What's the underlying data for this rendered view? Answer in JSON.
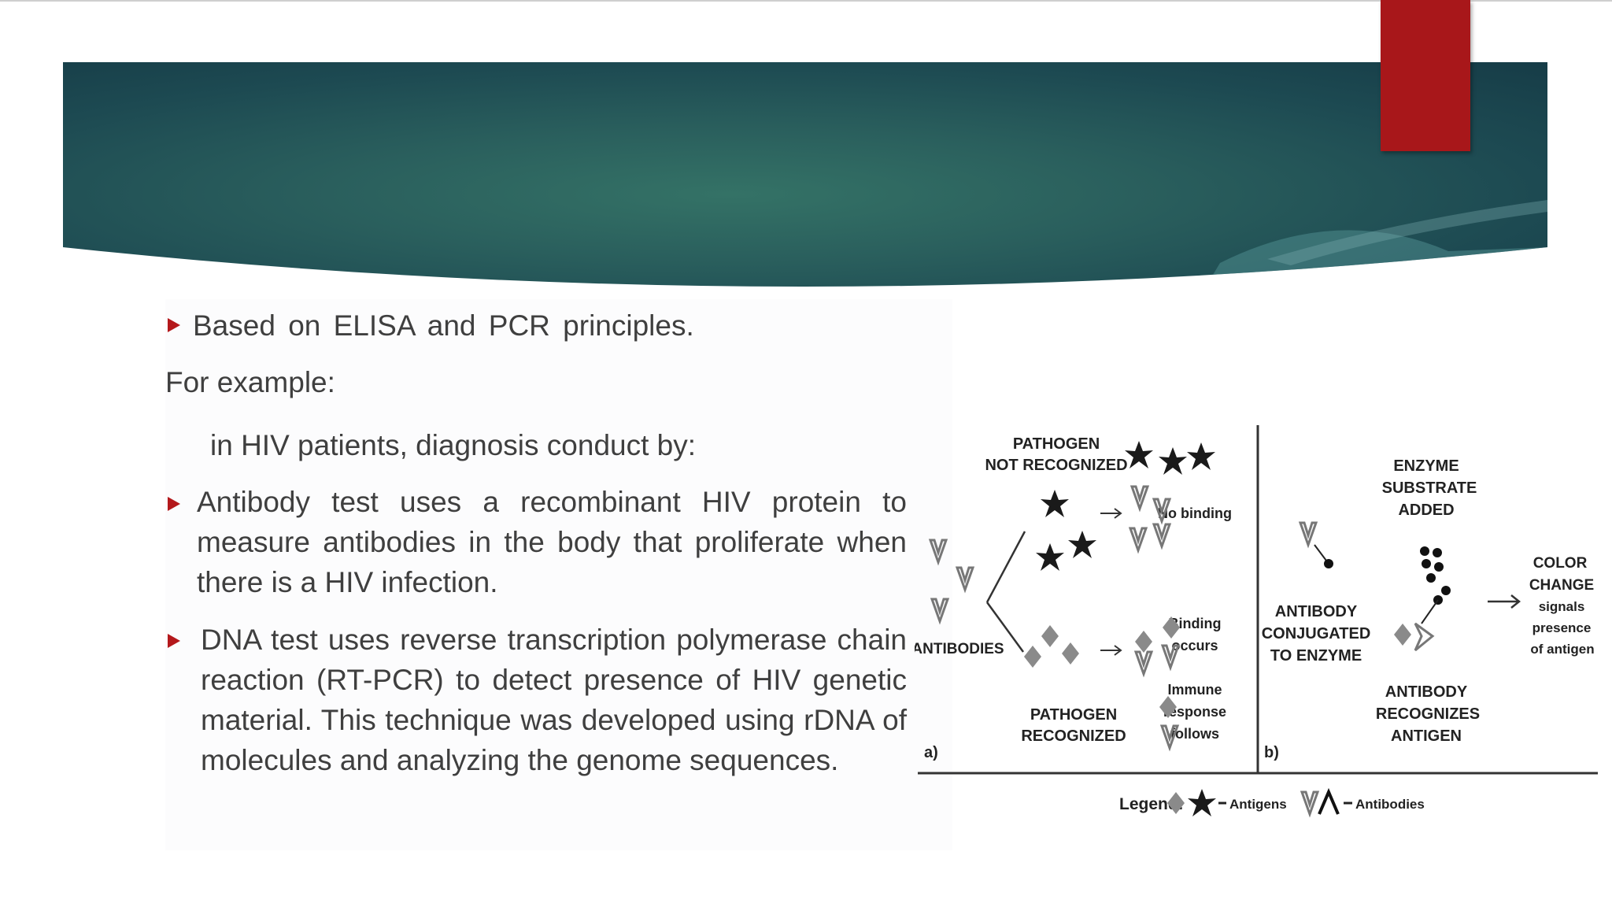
{
  "slide": {
    "bullets": {
      "b1": "Based on ELISA and PCR principles.",
      "b2": "Antibody test uses a recombinant HIV protein to measure antibodies in the body that proliferate when there is a HIV infection.",
      "b3": "DNA test uses reverse transcription polymerase chain reaction (RT-PCR) to detect presence of HIV genetic material. This technique was developed using rDNA of molecules and analyzing the genome sequences."
    },
    "for_example": "For example:",
    "hiv_intro": "in HIV patients, diagnosis conduct by:"
  },
  "colors": {
    "banner": "#2a5f5d",
    "accent_red": "#a8171a",
    "text": "#3f3f3f"
  },
  "figure": {
    "pathogen_not_recognized": [
      "PATHOGEN",
      "NOT RECOGNIZED"
    ],
    "no_binding": "No binding",
    "antibodies": "ANTIBODIES",
    "binding_occurs": [
      "Binding",
      "occurs"
    ],
    "immune_response": [
      "Immune",
      "response",
      "follows"
    ],
    "pathogen_recognized": [
      "PATHOGEN",
      "RECOGNIZED"
    ],
    "panel_a": "a)",
    "panel_b": "b)",
    "antibody_conjugated": [
      "ANTIBODY",
      "CONJUGATED",
      "TO ENZYME"
    ],
    "enzyme_substrate": [
      "ENZYME",
      "SUBSTRATE",
      "ADDED"
    ],
    "color_change": [
      "COLOR",
      "CHANGE",
      "signals",
      "presence",
      "of antigen"
    ],
    "antibody_recognizes": [
      "ANTIBODY",
      "RECOGNIZES",
      "ANTIGEN"
    ],
    "legend_title": "Legend:",
    "legend_antigens": "Antigens",
    "legend_antibodies": "Antibodies"
  }
}
